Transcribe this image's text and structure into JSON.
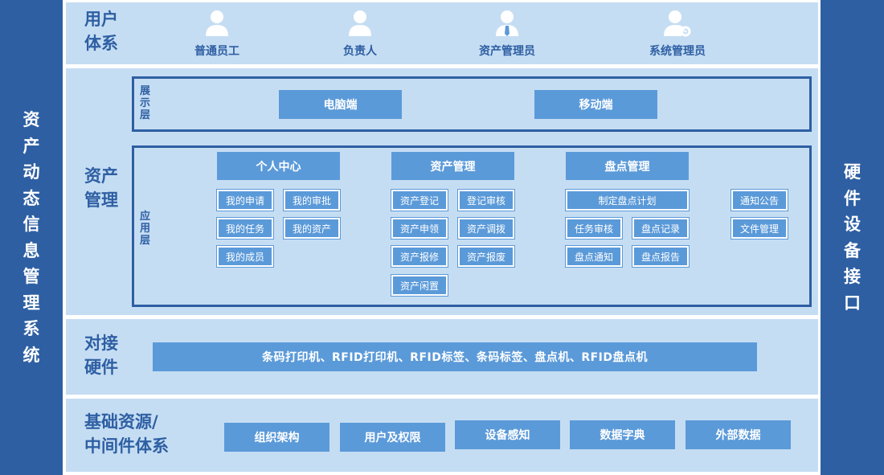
{
  "left_title": [
    "资",
    "产",
    "动",
    "态",
    "信",
    "息",
    "管",
    "理",
    "系",
    "统"
  ],
  "right_title": [
    "硬",
    "件",
    "设",
    "备",
    "接",
    "口"
  ],
  "user_layer": {
    "label_lines": [
      "用户",
      "体系"
    ],
    "roles": [
      {
        "name": "普通员工",
        "icon": "user-icon"
      },
      {
        "name": "负责人",
        "icon": "user-icon"
      },
      {
        "name": "资产管理员",
        "icon": "user-tie-icon"
      },
      {
        "name": "系统管理员",
        "icon": "user-gear-icon"
      }
    ]
  },
  "asset_layer": {
    "label_lines": [
      "资产",
      "管理"
    ],
    "display": {
      "label": [
        "展",
        "示",
        "层"
      ],
      "items": [
        "电脑端",
        "移动端"
      ]
    },
    "app": {
      "label": [
        "应",
        "用",
        "层"
      ],
      "groups": [
        {
          "title": "个人中心",
          "items": [
            "我的申请",
            "我的审批",
            "我的任务",
            "我的资产",
            "我的成员"
          ]
        },
        {
          "title": "资产管理",
          "items": [
            "资产登记",
            "登记审核",
            "资产申领",
            "资产调拨",
            "资产报修",
            "资产报废",
            "资产闲置"
          ]
        },
        {
          "title": "盘点管理",
          "items": [
            "制定盘点计划",
            "任务审核",
            "盘点记录",
            "盘点通知",
            "盘点报告"
          ]
        }
      ],
      "extras": [
        "通知公告",
        "文件管理"
      ]
    }
  },
  "hardware_layer": {
    "label_lines": [
      "对接",
      "硬件"
    ],
    "bar": "条码打印机、RFID打印机、RFID标签、条码标签、盘点机、RFID盘点机"
  },
  "base_layer": {
    "label_lines": [
      "基础资源/",
      "中间件体系"
    ],
    "items": [
      "组织架构",
      "用户及权限",
      "设备感知",
      "数据字典",
      "外部数据"
    ]
  },
  "colors": {
    "dark_blue": "#2e5fa3",
    "mid_blue": "#5b9ad9",
    "light_band": "#c5ddf3"
  }
}
